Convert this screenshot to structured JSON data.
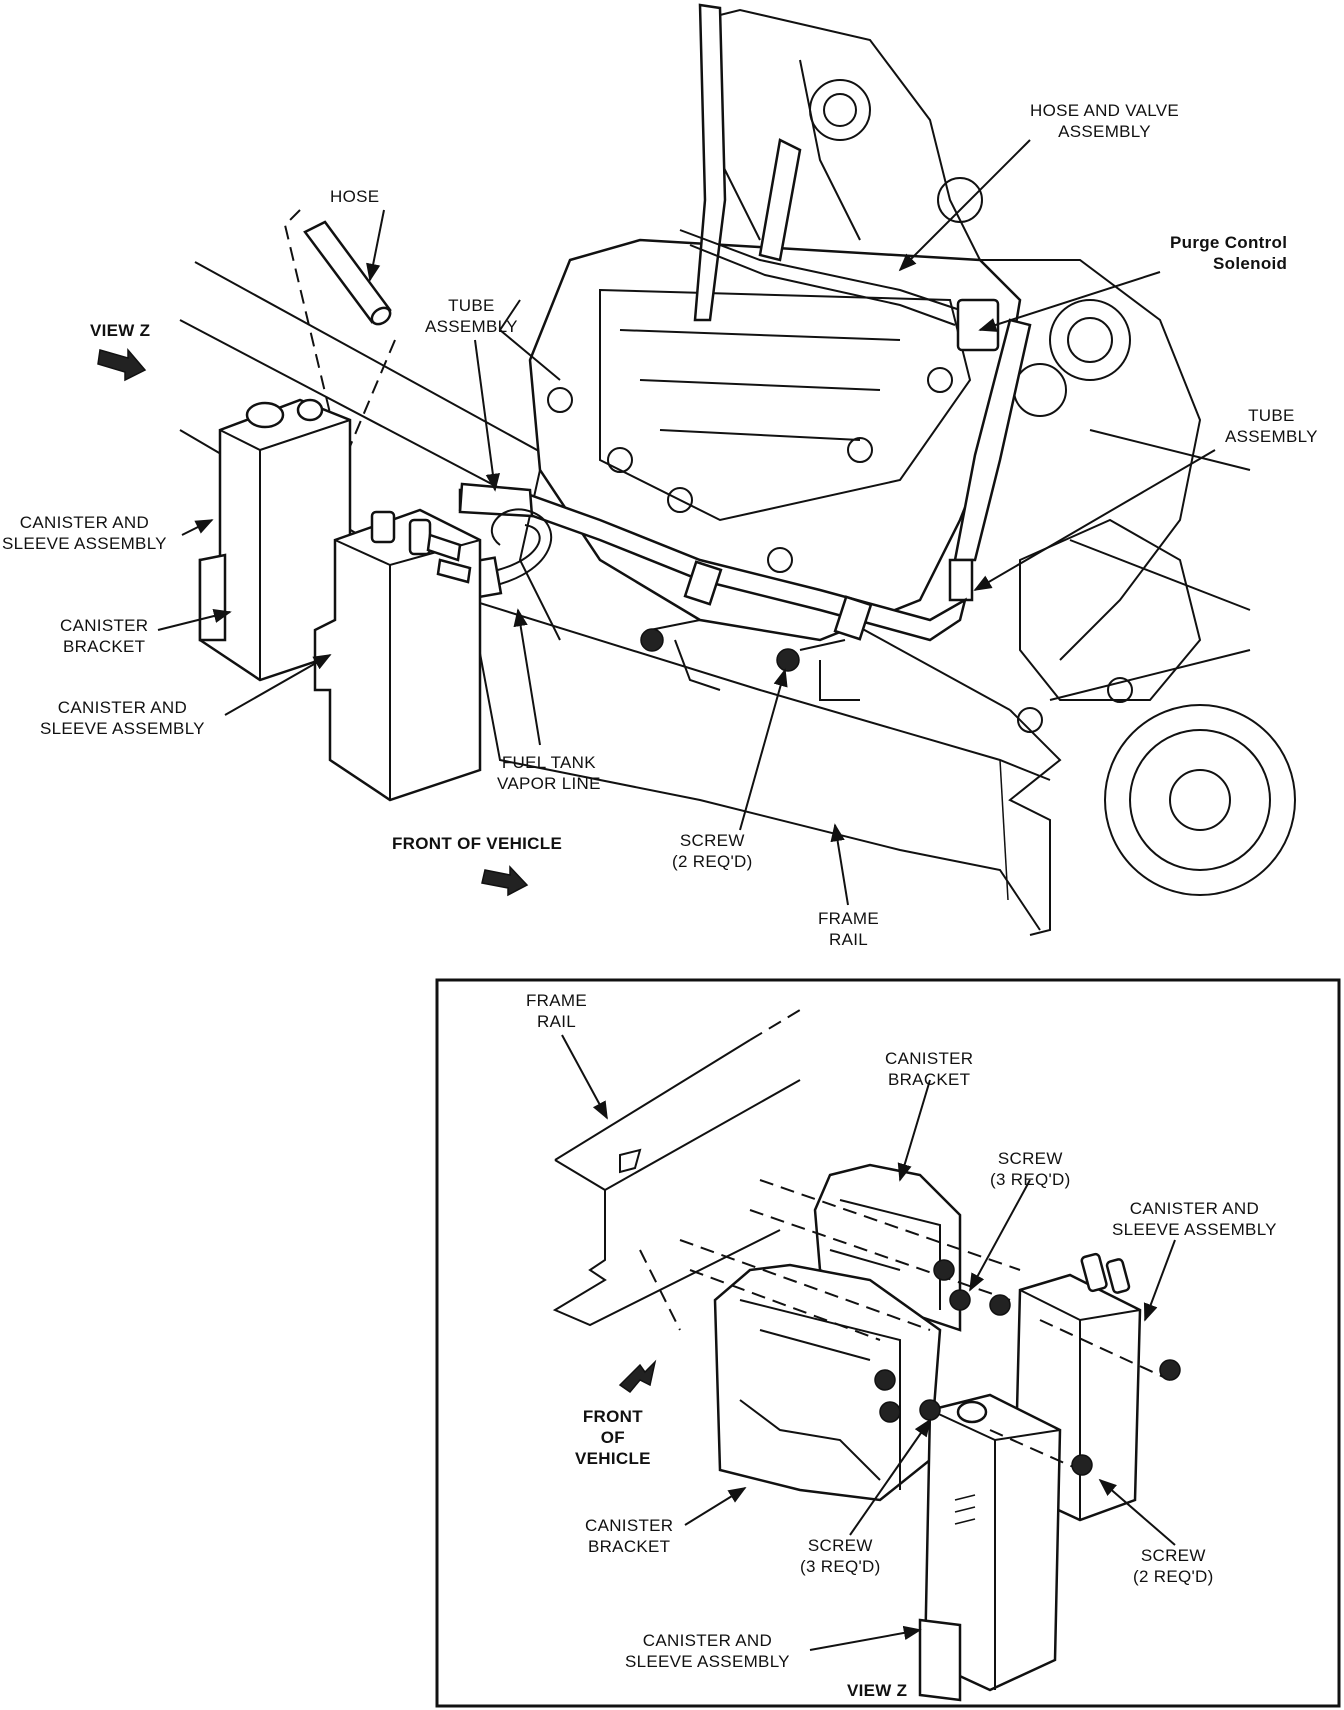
{
  "main_view": {
    "labels": {
      "hose": "HOSE",
      "hose_valve_1": "HOSE AND VALVE",
      "hose_valve_2": "ASSEMBLY",
      "purge_1": "Purge Control",
      "purge_2": "Solenoid",
      "tube_left_1": "TUBE",
      "tube_left_2": "ASSEMBLY",
      "tube_right_1": "TUBE",
      "tube_right_2": "ASSEMBLY",
      "view_z": "VIEW Z",
      "canister_sleeve_top_1": "CANISTER AND",
      "canister_sleeve_top_2": "SLEEVE ASSEMBLY",
      "canister_bracket_1": "CANISTER",
      "canister_bracket_2": "BRACKET",
      "canister_sleeve_low_1": "CANISTER AND",
      "canister_sleeve_low_2": "SLEEVE ASSEMBLY",
      "fuel_tank_1": "FUEL TANK",
      "fuel_tank_2": "VAPOR LINE",
      "front_of_vehicle": "FRONT OF VEHICLE",
      "screw_1": "SCREW",
      "screw_2": "(2 REQ'D)",
      "frame_rail_1": "FRAME",
      "frame_rail_2": "RAIL"
    }
  },
  "view_z": {
    "title": "VIEW Z",
    "labels": {
      "frame_rail_1": "FRAME",
      "frame_rail_2": "RAIL",
      "canister_bracket_top_1": "CANISTER",
      "canister_bracket_top_2": "BRACKET",
      "screw_top_1": "SCREW",
      "screw_top_2": "(3 REQ'D)",
      "canister_sleeve_right_1": "CANISTER AND",
      "canister_sleeve_right_2": "SLEEVE ASSEMBLY",
      "front_1": "FRONT",
      "front_2": "OF",
      "front_3": "VEHICLE",
      "canister_bracket_low_1": "CANISTER",
      "canister_bracket_low_2": "BRACKET",
      "screw_mid_1": "SCREW",
      "screw_mid_2": "(3 REQ'D)",
      "screw_right_1": "SCREW",
      "screw_right_2": "(2 REQ'D)",
      "canister_sleeve_bottom_1": "CANISTER AND",
      "canister_sleeve_bottom_2": "SLEEVE ASSEMBLY"
    }
  }
}
